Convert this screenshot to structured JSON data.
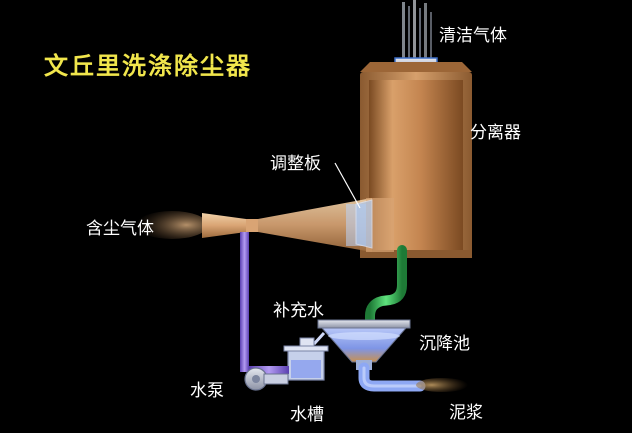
{
  "title": "文丘里洗涤除尘器",
  "labels": {
    "clean_gas": "清洁气体",
    "separator": "分离器",
    "baffle": "调整板",
    "dusty_gas": "含尘气体",
    "makeup_water": "补充水",
    "settling_tank": "沉降池",
    "pump": "水泵",
    "water_tank": "水槽",
    "slurry": "泥浆"
  },
  "colors": {
    "background": "#000000",
    "title": "#f1e64c",
    "vessel": "#c98a52",
    "green_pipe": "#35c157",
    "purple_pipe": "#8766d6",
    "water": "#8ea8f4"
  }
}
